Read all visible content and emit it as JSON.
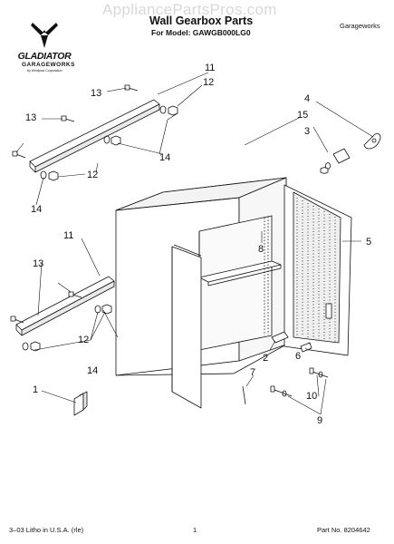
{
  "header": {
    "watermark": "AppliancePartsPros.com",
    "title": "Wall Gearbox Parts",
    "subtitle": "For Model: GAWGB000LG0",
    "brand_right": "Garageworks"
  },
  "logo": {
    "name": "GLADIATOR",
    "sub": "GARAGEWORKS",
    "by": "by Whirlpool Corporation"
  },
  "callouts": {
    "c1": "1",
    "c2": "2",
    "c3": "3",
    "c4": "4",
    "c5": "5",
    "c6": "6",
    "c7": "7",
    "c8": "8",
    "c9": "9",
    "c10": "10",
    "c11a": "11",
    "c11b": "11",
    "c12a": "12",
    "c12b": "12",
    "c12c": "12",
    "c13a": "13",
    "c13b": "13",
    "c13c": "13",
    "c14a": "14",
    "c14b": "14",
    "c14c": "14",
    "c15": "15"
  },
  "footer": {
    "left": "3–03 Litho in U.S.A. (rle)",
    "page": "1",
    "part_no": "Part No. 8204642"
  }
}
